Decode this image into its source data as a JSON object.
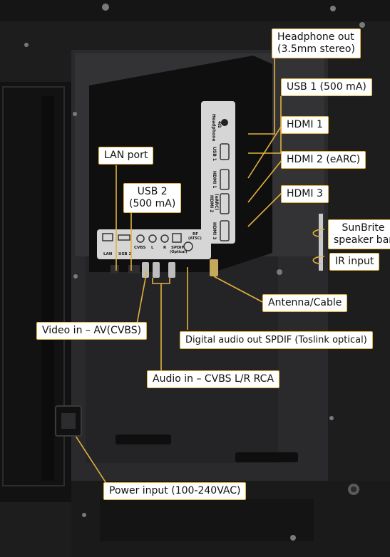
{
  "callouts": {
    "headphone_out": [
      "Headphone out",
      "(3.5mm stereo)"
    ],
    "usb1": "USB 1 (500 mA)",
    "hdmi1": "HDMI 1",
    "hdmi2": "HDMI 2 (eARC)",
    "hdmi3": "HDMI 3",
    "lan_port": "LAN port",
    "usb2": [
      "USB 2",
      "(500 mA)"
    ],
    "sunbrite_speaker_bar": [
      "SunBrite",
      "speaker bar"
    ],
    "ir_input": "IR input",
    "antenna_cable": "Antenna/Cable",
    "video_in": "Video in – AV(CVBS)",
    "digital_audio_out": "Digital audio out SPDIF (Toslink optical)",
    "audio_in": "Audio in – CVBS L/R RCA",
    "power_input": "Power input (100-240VAC)"
  },
  "panel_labels": {
    "headphone": "Headphone",
    "headphone_sub": "4Ω",
    "usb1": "USB 1",
    "hdmi1": "HDMI 1",
    "hdmi2": "HDMI 2",
    "hdmi2_sub": "(eARC)",
    "hdmi3": "HDMI 3",
    "lan": "LAN",
    "usb2": "USB 2",
    "cvbs": "CVBS",
    "l": "L",
    "r": "R",
    "spdif": "SPDIF",
    "spdif_sub": "(Optical)",
    "rf": "RF",
    "rf_sub": "(ATSC)"
  },
  "colors": {
    "accent": "#e2b23c",
    "background": "#1b1b1c",
    "panel": "#d6d6d6",
    "callout_bg": "#ffffff"
  }
}
